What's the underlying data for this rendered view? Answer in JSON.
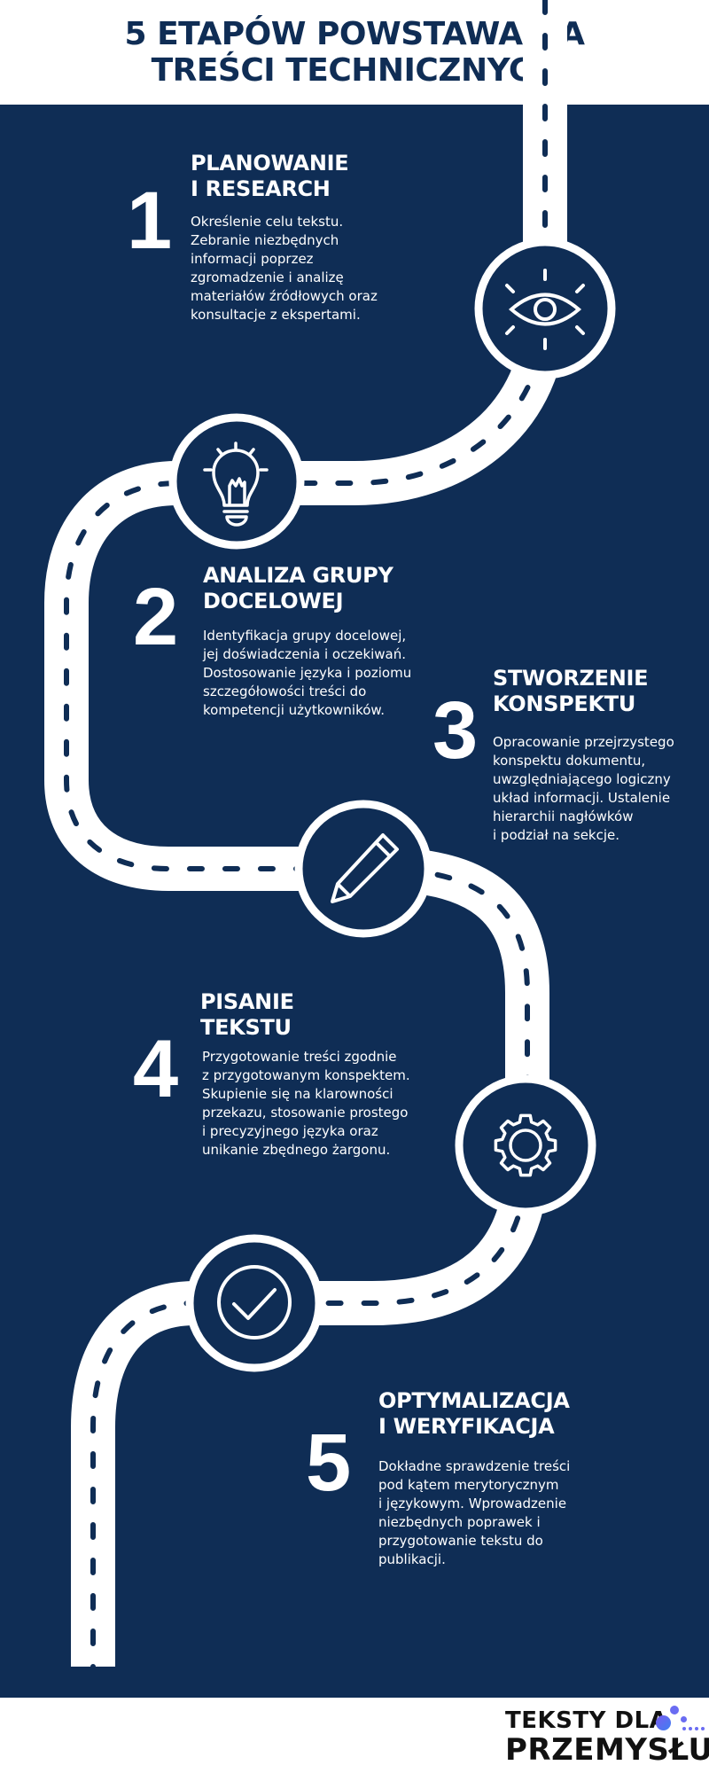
{
  "header": {
    "title_lines": [
      "5 ETAPÓW POWSTAWANIA",
      "TREŚCI TECHNICZNYCH"
    ]
  },
  "colors": {
    "background": "#0f2d55",
    "road": "#ffffff",
    "text": "#ffffff",
    "logo_accent": "#5b6cf0"
  },
  "steps": [
    {
      "number": "1",
      "icon": "eye-icon",
      "heading_lines": [
        "PLANOWANIE",
        "I RESEARCH"
      ],
      "description_lines": [
        "Określenie celu tekstu.",
        "Zebranie niezbędnych",
        "informacji poprzez",
        "zgromadzenie i analizę",
        "materiałów źródłowych oraz",
        "konsultacje z ekspertami."
      ]
    },
    {
      "number": "2",
      "icon": "lightbulb-icon",
      "heading_lines": [
        "ANALIZA GRUPY",
        "DOCELOWEJ"
      ],
      "description_lines": [
        "Identyfikacja grupy docelowej,",
        "jej doświadczenia i oczekiwań.",
        "Dostosowanie języka i poziomu",
        "szczegółowości treści do",
        "kompetencji użytkowników."
      ]
    },
    {
      "number": "3",
      "icon": "pencil-icon",
      "heading_lines": [
        "STWORZENIE",
        "KONSPEKTU"
      ],
      "description_lines": [
        "Opracowanie przejrzystego",
        "konspektu dokumentu,",
        "uwzględniającego logiczny",
        "układ informacji. Ustalenie",
        "hierarchii nagłówków",
        "i podział na sekcje."
      ]
    },
    {
      "number": "4",
      "icon": "gear-icon",
      "heading_lines": [
        "PISANIE",
        "TEKSTU"
      ],
      "description_lines": [
        "Przygotowanie treści zgodnie",
        "z przygotowanym konspektem.",
        "Skupienie się na klarowności",
        "przekazu, stosowanie prostego",
        "i precyzyjnego języka oraz",
        "unikanie zbędnego żargonu."
      ]
    },
    {
      "number": "5",
      "icon": "checkmark-icon",
      "heading_lines": [
        "OPTYMALIZACJA",
        "I WERYFIKACJA"
      ],
      "description_lines": [
        "Dokładne sprawdzenie treści",
        "pod kątem merytorycznym",
        "i językowym. Wprowadzenie",
        "niezbędnych poprawek i",
        "przygotowanie tekstu do",
        "publikacji."
      ]
    }
  ],
  "logo": {
    "line1": "TEKSTY DLA",
    "line2": "PRZEMYSŁU"
  }
}
